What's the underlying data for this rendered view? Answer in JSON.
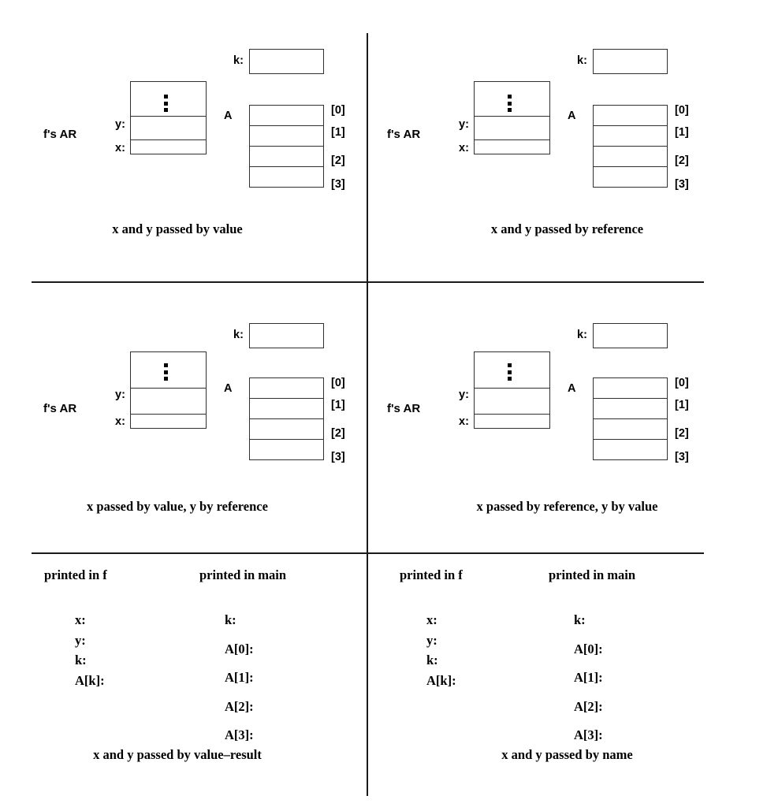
{
  "figure": {
    "divider_color": "#1a1a1a",
    "box_border_color": "#303030"
  },
  "labels": {
    "ar_title": "f's AR",
    "y": "y:",
    "x": "x:",
    "k": "k:",
    "array_name": "A",
    "index_0": "[0]",
    "index_1": "[1]",
    "index_2": "[2]",
    "index_3": "[3]"
  },
  "panels": [
    {
      "id": "value",
      "caption": "x and y passed by value",
      "ar_title": "f's AR",
      "slots": [
        "y:",
        "x:"
      ],
      "scalar_label": "k:",
      "array_label": "A",
      "array_indices": [
        "[0]",
        "[1]",
        "[2]",
        "[3]"
      ]
    },
    {
      "id": "reference",
      "caption": "x and y passed by reference",
      "ar_title": "f's AR",
      "slots": [
        "y:",
        "x:"
      ],
      "scalar_label": "k:",
      "array_label": "A",
      "array_indices": [
        "[0]",
        "[1]",
        "[2]",
        "[3]"
      ]
    },
    {
      "id": "value-y-reference",
      "caption": "x passed by value, y by reference",
      "ar_title": "f's AR",
      "slots": [
        "y:",
        "x:"
      ],
      "scalar_label": "k:",
      "array_label": "A",
      "array_indices": [
        "[0]",
        "[1]",
        "[2]",
        "[3]"
      ]
    },
    {
      "id": "reference-y-value",
      "caption": "x passed by reference, y by value",
      "ar_title": "f's AR",
      "slots": [
        "y:",
        "x:"
      ],
      "scalar_label": "k:",
      "array_label": "A",
      "array_indices": [
        "[0]",
        "[1]",
        "[2]",
        "[3]"
      ]
    },
    {
      "id": "value-result",
      "caption": "x and y passed by value–result",
      "column_headers": [
        "printed in f",
        "printed in main"
      ],
      "printed_in_f": [
        "x:",
        "y:",
        "k:",
        "A[k]:"
      ],
      "printed_in_main": [
        "k:",
        "A[0]:",
        "A[1]:",
        "A[2]:",
        "A[3]:"
      ]
    },
    {
      "id": "name",
      "caption": "x and y passed by name",
      "column_headers": [
        "printed in f",
        "printed in main"
      ],
      "printed_in_f": [
        "x:",
        "y:",
        "k:",
        "A[k]:"
      ],
      "printed_in_main": [
        "k:",
        "A[0]:",
        "A[1]:",
        "A[2]:",
        "A[3]:"
      ]
    }
  ]
}
